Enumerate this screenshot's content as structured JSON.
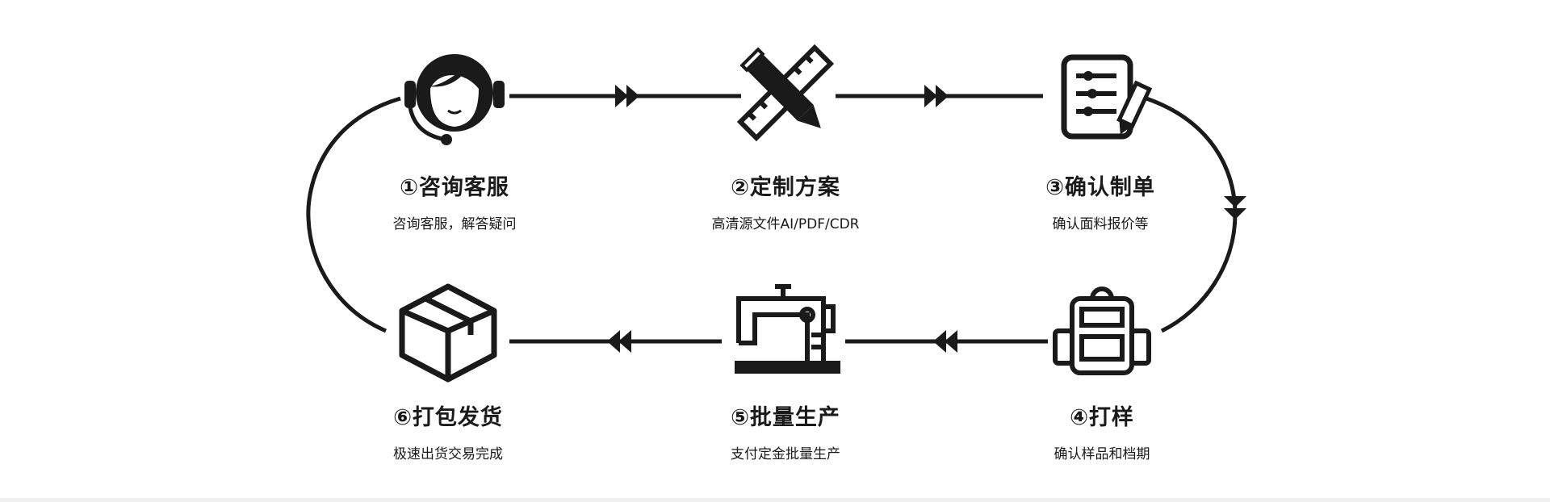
{
  "steps": [
    {
      "title": "①咨询客服",
      "subtitle": "咨询客服，解答疑问",
      "icon": "customer-service-headset-icon"
    },
    {
      "title": "②定制方案",
      "subtitle": "高清源文件AI/PDF/CDR",
      "icon": "pencil-ruler-icon"
    },
    {
      "title": "③确认制单",
      "subtitle": "确认面料报价等",
      "icon": "document-edit-icon"
    },
    {
      "title": "④打样",
      "subtitle": "确认样品和档期",
      "icon": "backpack-icon"
    },
    {
      "title": "⑤批量生产",
      "subtitle": "支付定金批量生产",
      "icon": "sewing-machine-icon"
    },
    {
      "title": "⑥打包发货",
      "subtitle": "极速出货交易完成",
      "icon": "package-box-icon"
    }
  ],
  "colors": {
    "stroke": "#1a1a1a",
    "background": "#ffffff"
  }
}
